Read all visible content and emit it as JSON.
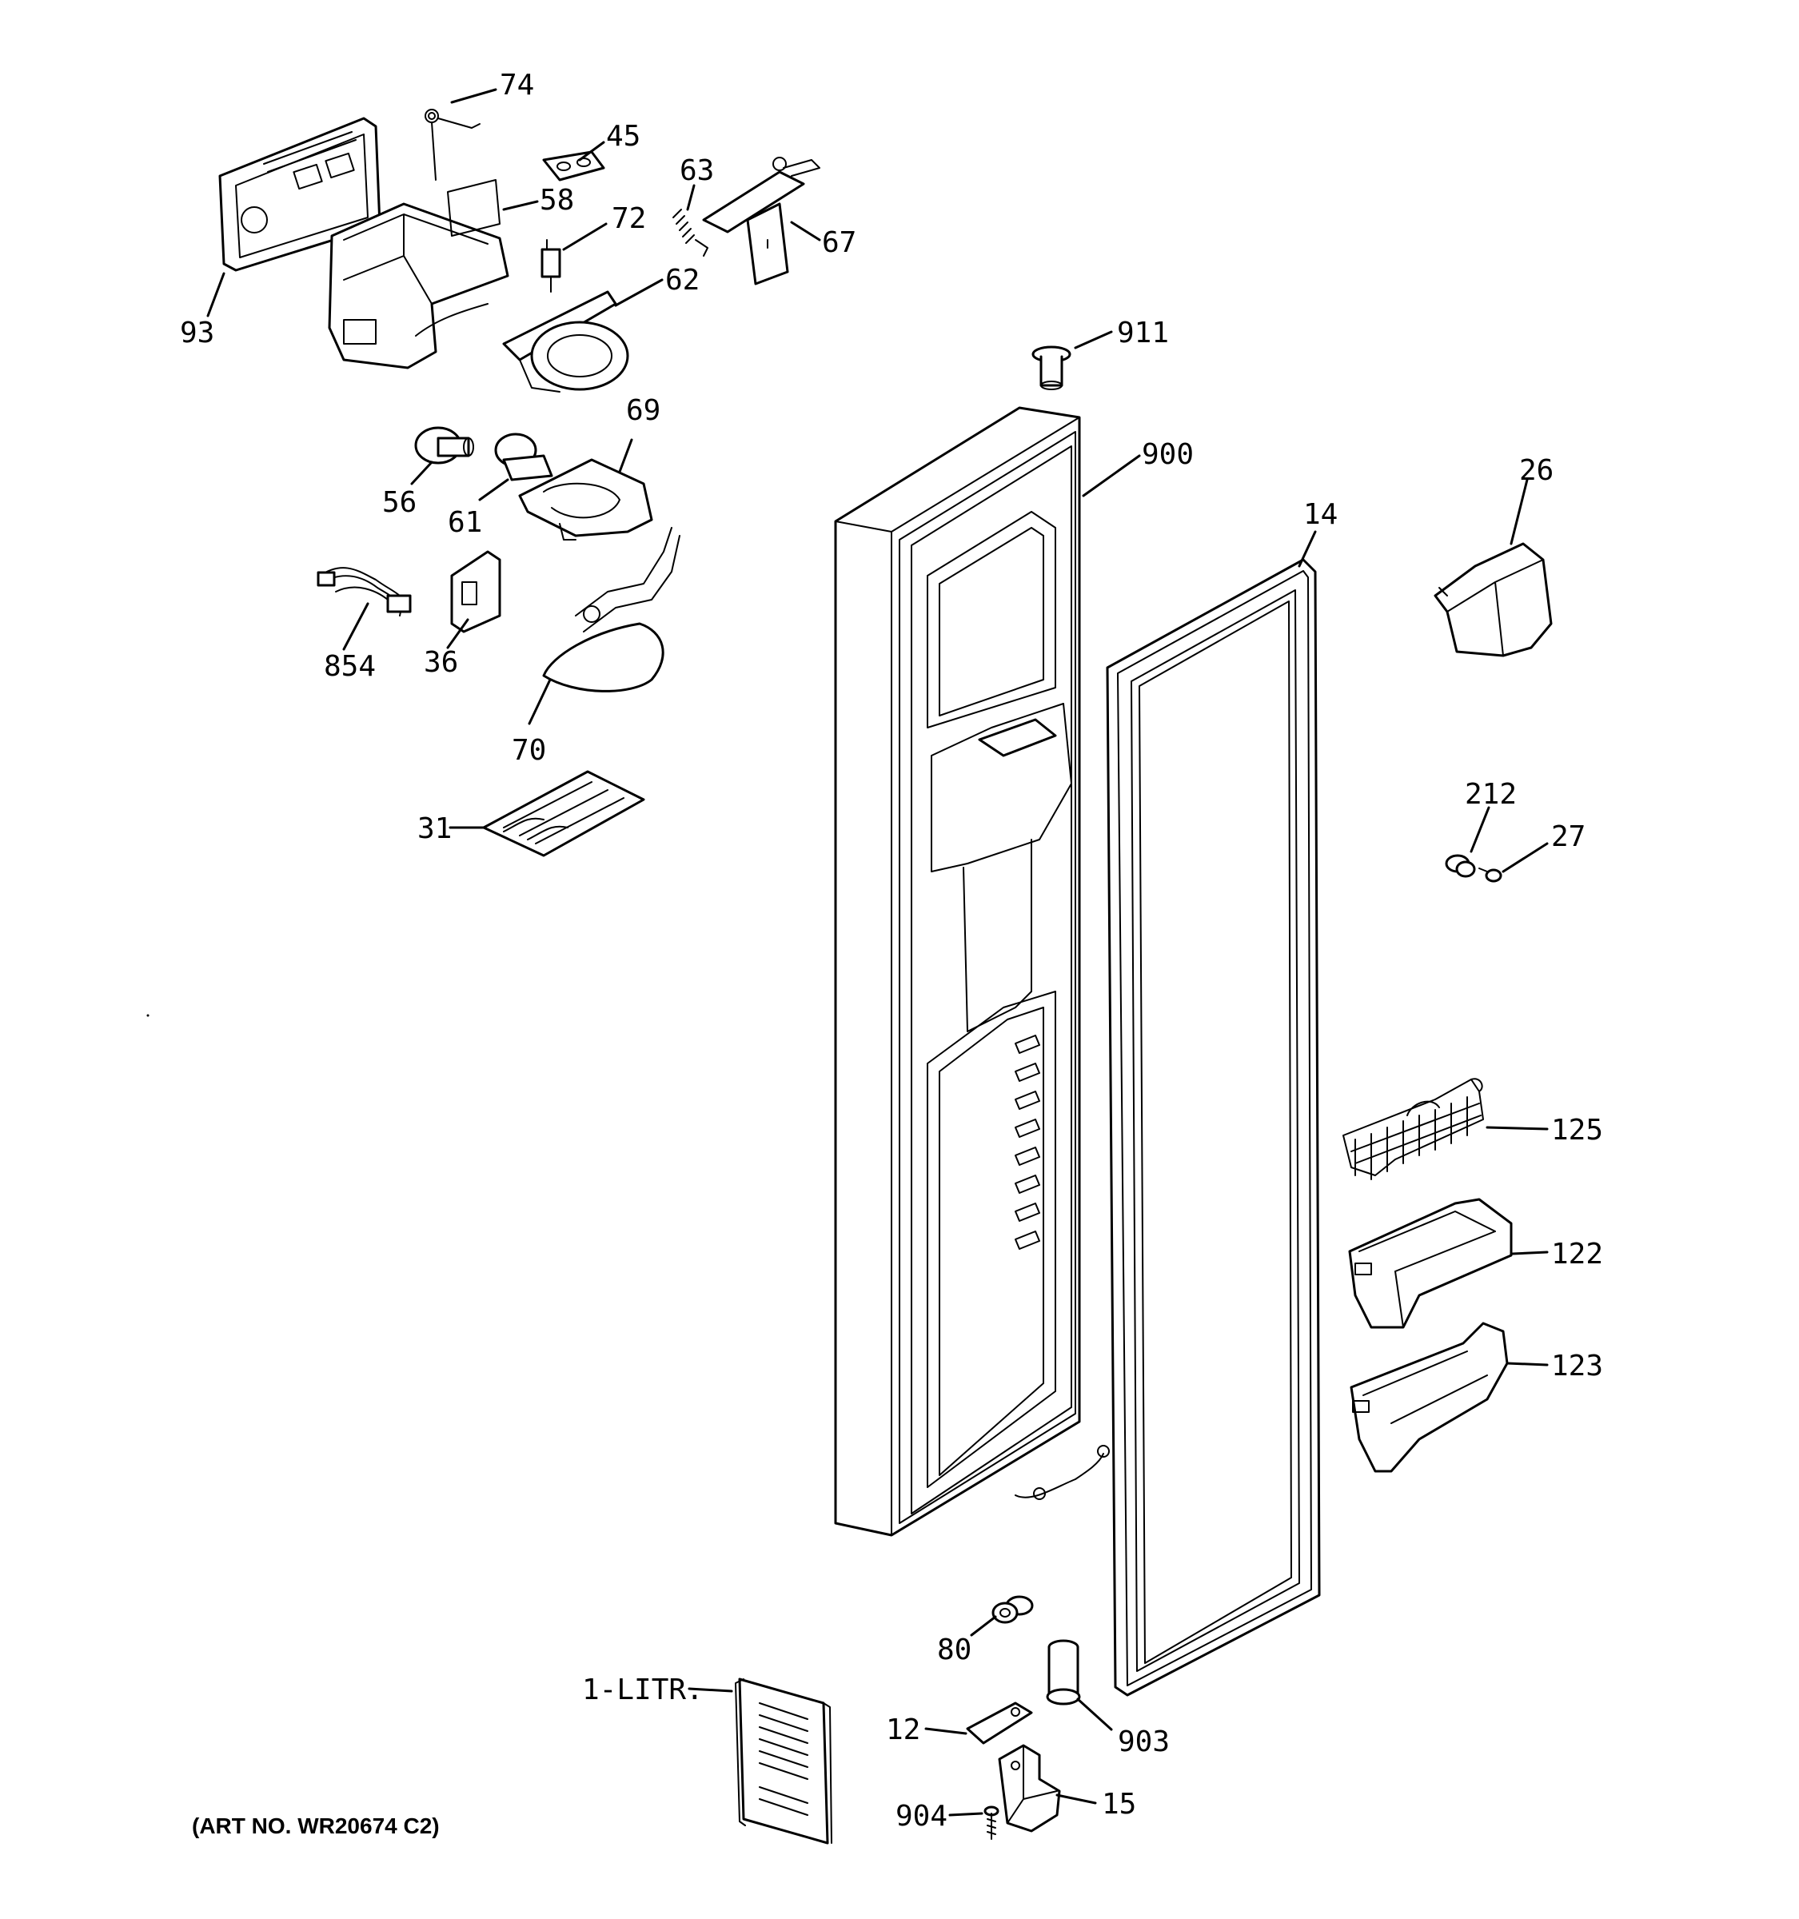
{
  "diagram": {
    "art_number": "(ART NO. WR20674 C2)",
    "callouts": {
      "p74": "74",
      "p45": "45",
      "p63": "63",
      "p58": "58",
      "p72": "72",
      "p67": "67",
      "p62": "62",
      "p93": "93",
      "p911": "911",
      "p69": "69",
      "p900": "900",
      "p26": "26",
      "p56": "56",
      "p61": "61",
      "p14": "14",
      "p854": "854",
      "p36": "36",
      "p70": "70",
      "p31": "31",
      "p212": "212",
      "p27": "27",
      "p125": "125",
      "p122": "122",
      "p123": "123",
      "p80": "80",
      "p1litr": "1-LITR.",
      "p12": "12",
      "p903": "903",
      "p904": "904",
      "p15": "15"
    }
  }
}
